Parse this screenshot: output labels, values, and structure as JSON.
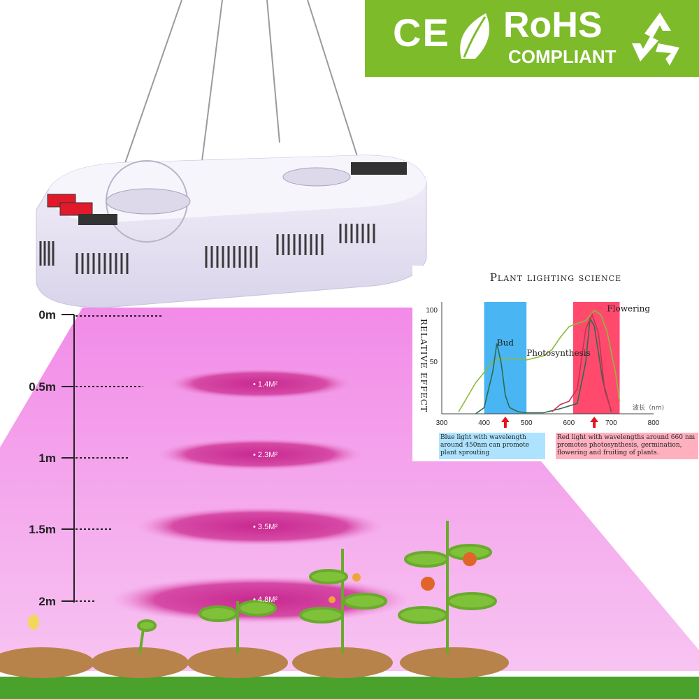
{
  "badge": {
    "ce": "CE",
    "rohs": "RoHS",
    "compliant": "COMPLIANT",
    "icons": [
      "leaf-icon",
      "recycle-icon"
    ],
    "color": "#7dbb2a"
  },
  "height_scale": {
    "labels": [
      "0m",
      "0.5m",
      "1m",
      "1.5m",
      "2m"
    ]
  },
  "coverage": {
    "areas": [
      "1.4M²",
      "2.3M²",
      "3.5M²",
      "4.8M²"
    ]
  },
  "chart_data": {
    "type": "line",
    "title": "Plant lighting science",
    "ylabel": "Relative effect",
    "xlabel": "波长（nm)",
    "xlim": [
      300,
      800
    ],
    "ylim": [
      0,
      100
    ],
    "x_ticks": [
      "300",
      "400",
      "500",
      "600",
      "700",
      "800"
    ],
    "y_ticks": [
      "50",
      "100"
    ],
    "grid": false,
    "bands": [
      {
        "from": 400,
        "to": 500,
        "color": "#29a8f0"
      },
      {
        "from": 610,
        "to": 720,
        "color": "#ff2a55"
      }
    ],
    "annotations": [
      {
        "text": "Bud",
        "x": 430,
        "y": 66
      },
      {
        "text": "Photosynthesis",
        "x": 500,
        "y": 56
      },
      {
        "text": "Flowering",
        "x": 690,
        "y": 99
      }
    ],
    "series": [
      {
        "color": "#8dbb3a",
        "x": [
          340,
          380,
          420,
          440,
          470,
          500,
          540,
          560,
          580,
          600,
          610,
          640,
          660,
          675,
          690,
          710,
          720
        ],
        "y": [
          2,
          30,
          50,
          54,
          53,
          52,
          56,
          62,
          74,
          84,
          86,
          90,
          100,
          96,
          80,
          40,
          12
        ]
      },
      {
        "color": "#2d6b52",
        "x": [
          380,
          400,
          420,
          430,
          440,
          450,
          460,
          480,
          500,
          540,
          580,
          620,
          640,
          650,
          660,
          680,
          700
        ],
        "y": [
          0,
          6,
          40,
          68,
          50,
          18,
          6,
          2,
          1,
          1,
          5,
          10,
          50,
          92,
          85,
          32,
          2
        ]
      },
      {
        "color": "#c53350",
        "x": [
          560,
          580,
          600,
          620,
          640,
          655,
          670,
          685,
          700
        ],
        "y": [
          2,
          9,
          12,
          24,
          82,
          96,
          78,
          22,
          3
        ]
      }
    ],
    "markers": [
      450,
      660
    ],
    "notes": [
      "Blue light with wavelength around 450nm can promote plant sprouting",
      "Red light with wavelengths around 660 nm promotes photosynthesis, germination, flowering and fruiting of plants."
    ]
  }
}
